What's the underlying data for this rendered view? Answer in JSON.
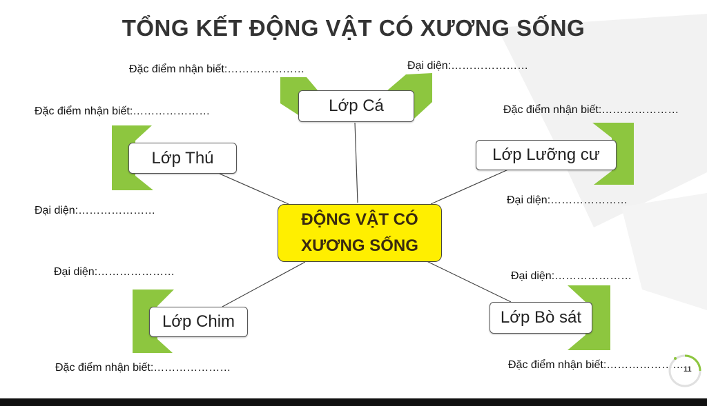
{
  "title": "TỔNG KẾT ĐỘNG VẬT CÓ XƯƠNG SỐNG",
  "center": {
    "line1": "ĐỘNG VẬT CÓ",
    "line2": "XƯƠNG SỐNG"
  },
  "classes": {
    "ca": "Lớp Cá",
    "thu": "Lớp Thú",
    "luong_cu": "Lớp Lưỡng cư",
    "chim": "Lớp Chim",
    "bo_sat": "Lớp Bò sát"
  },
  "notes": {
    "ca_features": "Đặc điểm nhận biết:…………………",
    "ca_examples": "Đại diện:…………………",
    "thu_features": "Đặc điểm nhận biết:…………………",
    "thu_examples": "Đại diện:…………………",
    "luong_cu_features": "Đặc điểm nhận biết:…………………",
    "luong_cu_examples": "Đại diện:…………………",
    "chim_examples": "Đại diện:…………………",
    "chim_features": "Đặc điểm nhận biết:…………………",
    "bo_sat_examples": "Đại diện:…………………",
    "bo_sat_features": "Đặc điểm nhận biết:…………………"
  },
  "progress_indicator": "11",
  "colors": {
    "accent_green": "#8dc63f",
    "center_fill": "#ffef00",
    "background": "#ffffff"
  }
}
